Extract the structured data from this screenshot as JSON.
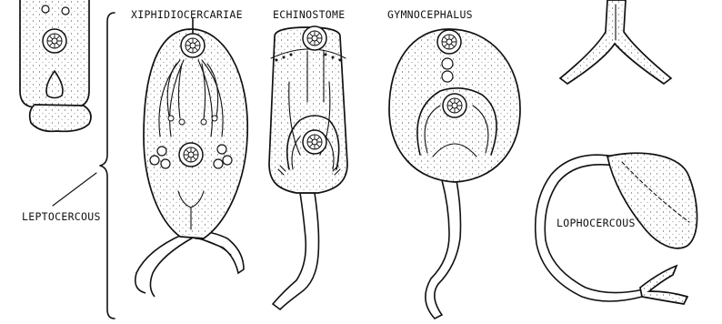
{
  "labels": {
    "xiphidiocercariae": "XIPHIDIOCERCARIAE",
    "echinostome": "ECHINOSTOME",
    "gymnocephalus": "GYMNOCEPHALUS",
    "leptocercous": "LEPTOCERCOUS",
    "lophocercous": "LOPHOCERCOUS"
  },
  "colors": {
    "ink": "#111111",
    "paper": "#ffffff"
  }
}
